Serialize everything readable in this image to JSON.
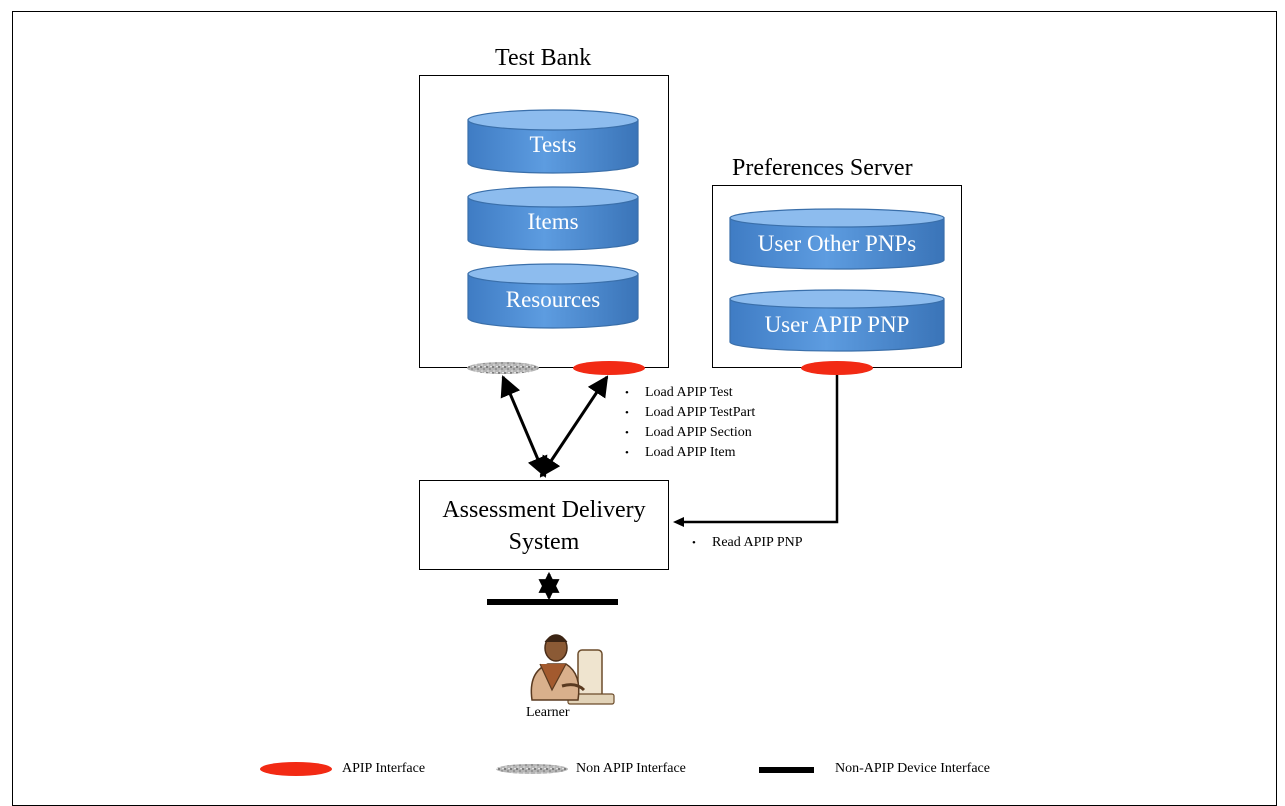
{
  "test_bank": {
    "title": "Test Bank",
    "databases": [
      "Tests",
      "Items",
      "Resources"
    ]
  },
  "preferences_server": {
    "title": "Preferences Server",
    "databases": [
      "User Other PNPs",
      "User APIP PNP"
    ]
  },
  "load_operations": [
    "Load APIP Test",
    "Load APIP TestPart",
    "Load APIP Section",
    "Load APIP Item"
  ],
  "read_operation": "Read APIP PNP",
  "delivery_system": {
    "line1": "Assessment Delivery",
    "line2": "System"
  },
  "learner": {
    "label": "Learner"
  },
  "legend": {
    "apip": "APIP Interface",
    "non_apip": "Non APIP Interface",
    "device": "Non-APIP Device Interface"
  },
  "colors": {
    "apip_interface": "#f22a14",
    "non_apip_interface": "#9a9a9a",
    "cylinder_fill": "#4f8fd6",
    "cylinder_top": "#86b6ec",
    "cylinder_stroke": "#3a6faa"
  }
}
